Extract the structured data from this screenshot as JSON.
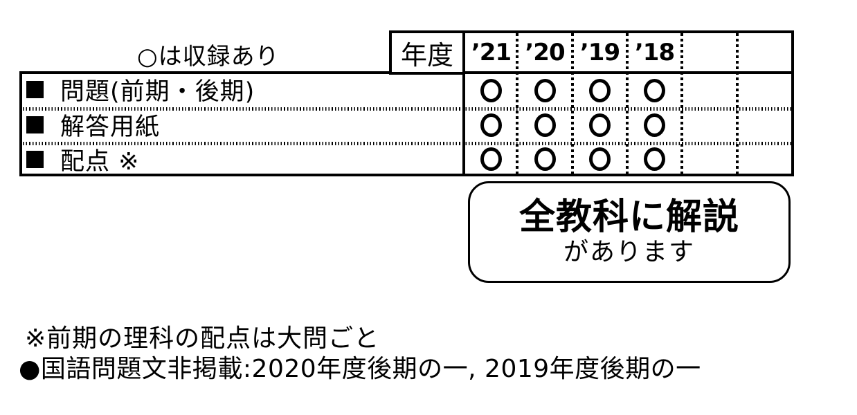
{
  "colors": {
    "ink": "#000000",
    "background": "#ffffff"
  },
  "legend": {
    "text": "○は収録あり"
  },
  "table": {
    "year_header_label": "年度",
    "columns": [
      {
        "label": "’21"
      },
      {
        "label": "’20"
      },
      {
        "label": "’19"
      },
      {
        "label": "’18"
      },
      {
        "label": ""
      },
      {
        "label": ""
      }
    ],
    "rows": [
      {
        "label": "問題(前期・後期)",
        "marks": [
          "○",
          "○",
          "○",
          "○",
          "",
          ""
        ]
      },
      {
        "label": "解答用紙",
        "marks": [
          "○",
          "○",
          "○",
          "○",
          "",
          ""
        ]
      },
      {
        "label": "配点 ※",
        "marks": [
          "○",
          "○",
          "○",
          "○",
          "",
          ""
        ]
      }
    ]
  },
  "callout": {
    "title": "全教科に解説",
    "subtitle": "があります"
  },
  "notes": [
    "※前期の理科の配点は大問ごと",
    "●国語問題文非掲載:2020年度後期の一, 2019年度後期の一"
  ]
}
